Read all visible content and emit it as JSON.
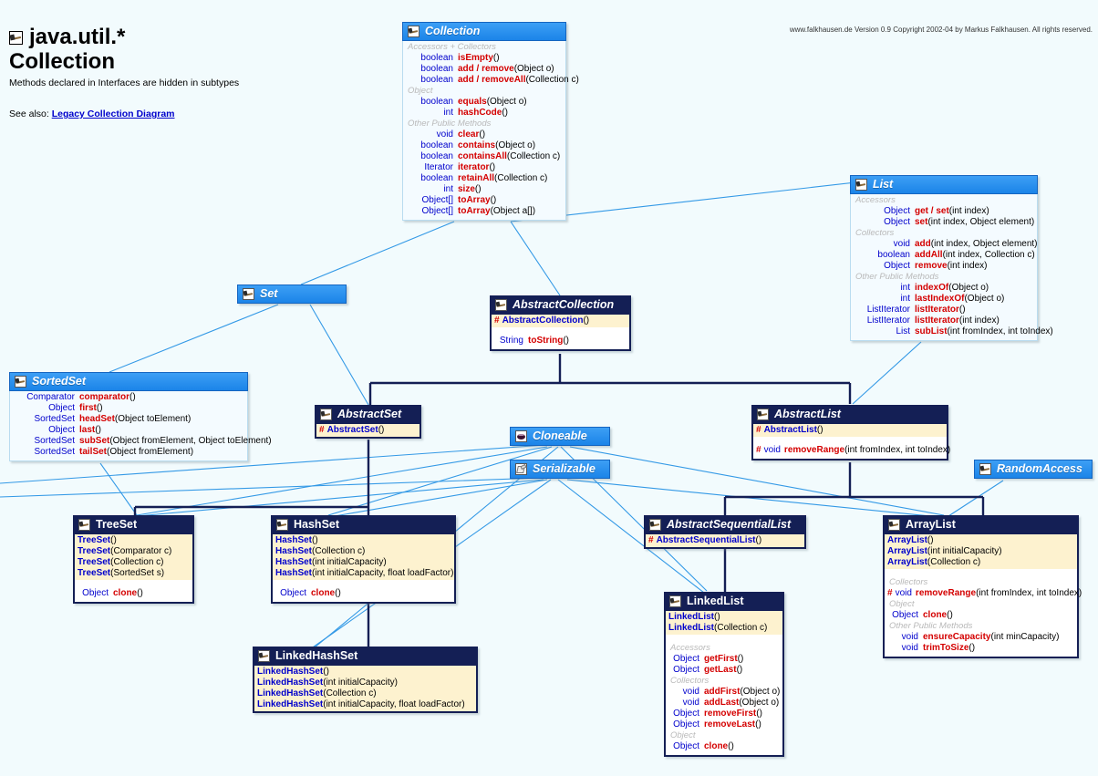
{
  "header": {
    "icon": "hammer-icon",
    "title_line1": "java.util.*",
    "title_line2": "Collection",
    "subtitle": "Methods declared in Interfaces are hidden in subtypes",
    "see_also_label": "See also:",
    "see_also_link": "Legacy Collection Diagram"
  },
  "copyright": "www.falkhausen.de Version 0.9 Copyright 2002-04 by Markus Falkhausen. All rights reserved.",
  "colors": {
    "page_background": "#f2fbfd",
    "interface_header": "#1b84e8",
    "class_header": "#141f55",
    "constructor_panel": "#fdf2cf",
    "link_line": "#3399e6",
    "inherit_line": "#141f55",
    "return_type": "#0000cc",
    "member_name": "#d40000",
    "group_label": "#b9b9b9"
  },
  "boxes": {
    "collection": {
      "name": "Collection",
      "kind": "interface",
      "icon": "hammer-icon",
      "groups": [
        {
          "label": "Accessors + Collectors",
          "members": [
            {
              "ret": "boolean",
              "name": "isEmpty",
              "sig": " ()"
            },
            {
              "ret": "boolean",
              "name": "add / remove",
              "sig": " (Object o)"
            },
            {
              "ret": "boolean",
              "name": "add / removeAll",
              "sig": " (Collection c)"
            }
          ]
        },
        {
          "label": "Object",
          "members": [
            {
              "ret": "boolean",
              "name": "equals",
              "sig": " (Object o)"
            },
            {
              "ret": "int",
              "name": "hashCode",
              "sig": " ()"
            }
          ]
        },
        {
          "label": "Other Public Methods",
          "members": [
            {
              "ret": "void",
              "name": "clear",
              "sig": " ()"
            },
            {
              "ret": "boolean",
              "name": "contains",
              "sig": " (Object o)"
            },
            {
              "ret": "boolean",
              "name": "containsAll",
              "sig": " (Collection c)"
            },
            {
              "ret": "Iterator",
              "name": "iterator",
              "sig": " ()"
            },
            {
              "ret": "boolean",
              "name": "retainAll",
              "sig": " (Collection c)"
            },
            {
              "ret": "int",
              "name": "size",
              "sig": " ()"
            },
            {
              "ret": "Object[]",
              "name": "toArray",
              "sig": " ()"
            },
            {
              "ret": "Object[]",
              "name": "toArray",
              "sig": " (Object a[])"
            }
          ]
        }
      ]
    },
    "list": {
      "name": "List",
      "kind": "interface",
      "icon": "hammer-icon",
      "groups": [
        {
          "label": "Accessors",
          "members": [
            {
              "ret": "Object",
              "name": "get / set",
              "sig": " (int index)"
            },
            {
              "ret": "Object",
              "name": "set",
              "sig": " (int index, Object element)"
            }
          ]
        },
        {
          "label": "Collectors",
          "members": [
            {
              "ret": "void",
              "name": "add",
              "sig": " (int index, Object element)"
            },
            {
              "ret": "boolean",
              "name": "addAll",
              "sig": " (int index, Collection c)"
            },
            {
              "ret": "Object",
              "name": "remove",
              "sig": " (int index)"
            }
          ]
        },
        {
          "label": "Other Public Methods",
          "members": [
            {
              "ret": "int",
              "name": "indexOf",
              "sig": " (Object o)"
            },
            {
              "ret": "int",
              "name": "lastIndexOf",
              "sig": " (Object o)"
            },
            {
              "ret": "ListIterator",
              "name": "listIterator",
              "sig": " ()"
            },
            {
              "ret": "ListIterator",
              "name": "listIterator",
              "sig": " (int index)"
            },
            {
              "ret": "List",
              "name": "subList",
              "sig": " (int fromIndex, int toIndex)"
            }
          ]
        }
      ]
    },
    "set": {
      "name": "Set",
      "kind": "interface",
      "icon": "hammer-icon",
      "groups": []
    },
    "sortedset": {
      "name": "SortedSet",
      "kind": "interface",
      "icon": "hammer-icon",
      "groups": [
        {
          "label": "",
          "members": [
            {
              "ret": "Comparator",
              "name": "comparator",
              "sig": " ()"
            },
            {
              "ret": "Object",
              "name": "first",
              "sig": " ()"
            },
            {
              "ret": "SortedSet",
              "name": "headSet",
              "sig": " (Object toElement)"
            },
            {
              "ret": "Object",
              "name": "last",
              "sig": " ()"
            },
            {
              "ret": "SortedSet",
              "name": "subSet",
              "sig": " (Object fromElement, Object toElement)"
            },
            {
              "ret": "SortedSet",
              "name": "tailSet",
              "sig": " (Object fromElement)"
            }
          ]
        }
      ]
    },
    "cloneable": {
      "name": "Cloneable",
      "kind": "interface",
      "icon": "cloneable-icon",
      "groups": []
    },
    "serializable": {
      "name": "Serializable",
      "kind": "interface",
      "icon": "serializable-icon",
      "groups": []
    },
    "randomaccess": {
      "name": "RandomAccess",
      "kind": "interface",
      "icon": "hammer-icon",
      "groups": []
    },
    "abstractcollection": {
      "name": "AbstractCollection",
      "kind": "abstract-class",
      "icon": "hammer-icon",
      "ctors": [
        {
          "mod": "#",
          "name": "AbstractCollection",
          "sig": " ()"
        }
      ],
      "groups": [
        {
          "label": "",
          "members": [
            {
              "ret": "String",
              "name": "toString",
              "sig": " ()"
            }
          ]
        }
      ]
    },
    "abstractset": {
      "name": "AbstractSet",
      "kind": "abstract-class",
      "icon": "hammer-icon",
      "ctors": [
        {
          "mod": "#",
          "name": "AbstractSet",
          "sig": " ()"
        }
      ],
      "groups": []
    },
    "abstractlist": {
      "name": "AbstractList",
      "kind": "abstract-class",
      "icon": "hammer-icon",
      "ctors": [
        {
          "mod": "#",
          "name": "AbstractList",
          "sig": " ()"
        }
      ],
      "groups": [
        {
          "label": "",
          "members": [
            {
              "mod": "#",
              "ret": "void",
              "name": "removeRange",
              "sig": " (int fromIndex, int toIndex)"
            }
          ]
        }
      ]
    },
    "abstractsequentiallist": {
      "name": "AbstractSequentialList",
      "kind": "abstract-class",
      "icon": "hammer-icon",
      "ctors": [
        {
          "mod": "#",
          "name": "AbstractSequentialList",
          "sig": " ()"
        }
      ],
      "groups": []
    },
    "treeset": {
      "name": "TreeSet",
      "kind": "class",
      "icon": "hammer-icon",
      "ctors": [
        {
          "name": "TreeSet",
          "sig": " ()"
        },
        {
          "name": "TreeSet",
          "sig": " (Comparator c)"
        },
        {
          "name": "TreeSet",
          "sig": " (Collection c)"
        },
        {
          "name": "TreeSet",
          "sig": " (SortedSet s)"
        }
      ],
      "groups": [
        {
          "label": "",
          "members": [
            {
              "ret": "Object",
              "name": "clone",
              "sig": " ()"
            }
          ]
        }
      ]
    },
    "hashset": {
      "name": "HashSet",
      "kind": "class",
      "icon": "hammer-icon",
      "ctors": [
        {
          "name": "HashSet",
          "sig": " ()"
        },
        {
          "name": "HashSet",
          "sig": " (Collection c)"
        },
        {
          "name": "HashSet",
          "sig": " (int initialCapacity)"
        },
        {
          "name": "HashSet",
          "sig": " (int initialCapacity, float loadFactor)"
        }
      ],
      "groups": [
        {
          "label": "",
          "members": [
            {
              "ret": "Object",
              "name": "clone",
              "sig": " ()"
            }
          ]
        }
      ]
    },
    "linkedhashset": {
      "name": "LinkedHashSet",
      "kind": "class",
      "icon": "hammer-icon",
      "ctors": [
        {
          "name": "LinkedHashSet",
          "sig": " ()"
        },
        {
          "name": "LinkedHashSet",
          "sig": " (int initialCapacity)"
        },
        {
          "name": "LinkedHashSet",
          "sig": " (Collection c)"
        },
        {
          "name": "LinkedHashSet",
          "sig": " (int initialCapacity, float loadFactor)"
        }
      ],
      "groups": []
    },
    "linkedlist": {
      "name": "LinkedList",
      "kind": "class",
      "icon": "hammer-icon",
      "ctors": [
        {
          "name": "LinkedList",
          "sig": " ()"
        },
        {
          "name": "LinkedList",
          "sig": " (Collection c)"
        }
      ],
      "groups": [
        {
          "label": "Accessors",
          "members": [
            {
              "ret": "Object",
              "name": "getFirst",
              "sig": " ()"
            },
            {
              "ret": "Object",
              "name": "getLast",
              "sig": " ()"
            }
          ]
        },
        {
          "label": "Collectors",
          "members": [
            {
              "ret": "void",
              "name": "addFirst",
              "sig": " (Object o)"
            },
            {
              "ret": "void",
              "name": "addLast",
              "sig": " (Object o)"
            },
            {
              "ret": "Object",
              "name": "removeFirst",
              "sig": " ()"
            },
            {
              "ret": "Object",
              "name": "removeLast",
              "sig": " ()"
            }
          ]
        },
        {
          "label": "Object",
          "members": [
            {
              "ret": "Object",
              "name": "clone",
              "sig": " ()"
            }
          ]
        }
      ]
    },
    "arraylist": {
      "name": "ArrayList",
      "kind": "class",
      "icon": "hammer-icon",
      "ctors": [
        {
          "name": "ArrayList",
          "sig": " ()"
        },
        {
          "name": "ArrayList",
          "sig": " (int initialCapacity)"
        },
        {
          "name": "ArrayList",
          "sig": " (Collection c)"
        }
      ],
      "groups": [
        {
          "label": "Collectors",
          "members": [
            {
              "mod": "#",
              "ret": "void",
              "name": "removeRange",
              "sig": " (int fromIndex, int toIndex)"
            }
          ]
        },
        {
          "label": "Object",
          "members": [
            {
              "ret": "Object",
              "name": "clone",
              "sig": " ()"
            }
          ]
        },
        {
          "label": "Other Public Methods",
          "members": [
            {
              "ret": "void",
              "name": "ensureCapacity",
              "sig": " (int minCapacity)"
            },
            {
              "ret": "void",
              "name": "trimToSize",
              "sig": " ()"
            }
          ]
        }
      ]
    }
  }
}
